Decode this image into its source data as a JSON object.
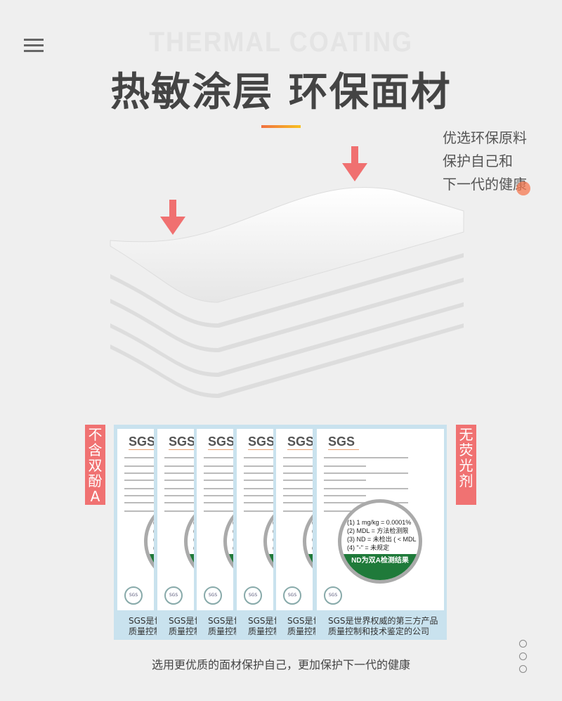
{
  "header": {
    "en_title": "THERMAL COATING",
    "title": "热敏涂层 环保面材"
  },
  "side_text": [
    "优选环保原料",
    "保护自己和",
    "下一代的健康"
  ],
  "colors": {
    "accent": "#f07272",
    "arrow": "#f07070",
    "panel": "#c9e2ee",
    "green": "#1f7a3a"
  },
  "tags": {
    "left": "不含双酚A",
    "right": "无荧光剂"
  },
  "certificates": {
    "logo": "SGS",
    "caption_line1": "SGS是世界权威的第三方产品",
    "caption_line2": "质量控制和技术鉴定的公司",
    "magnifier": [
      "(1) 1 mg/kg = 0.0001%",
      "(2) MDL = 方法检测限",
      "(3) ND = 未检出 ( < MDL",
      "(4) \"-\" = 未规定"
    ],
    "magnifier_badge": "ND为双A检测结果"
  },
  "footer": "选用更优质的面材保护自己，更加保护下一代的健康",
  "icons": {
    "menu": "hamburger-icon",
    "pager": "pager-dots-icon"
  }
}
